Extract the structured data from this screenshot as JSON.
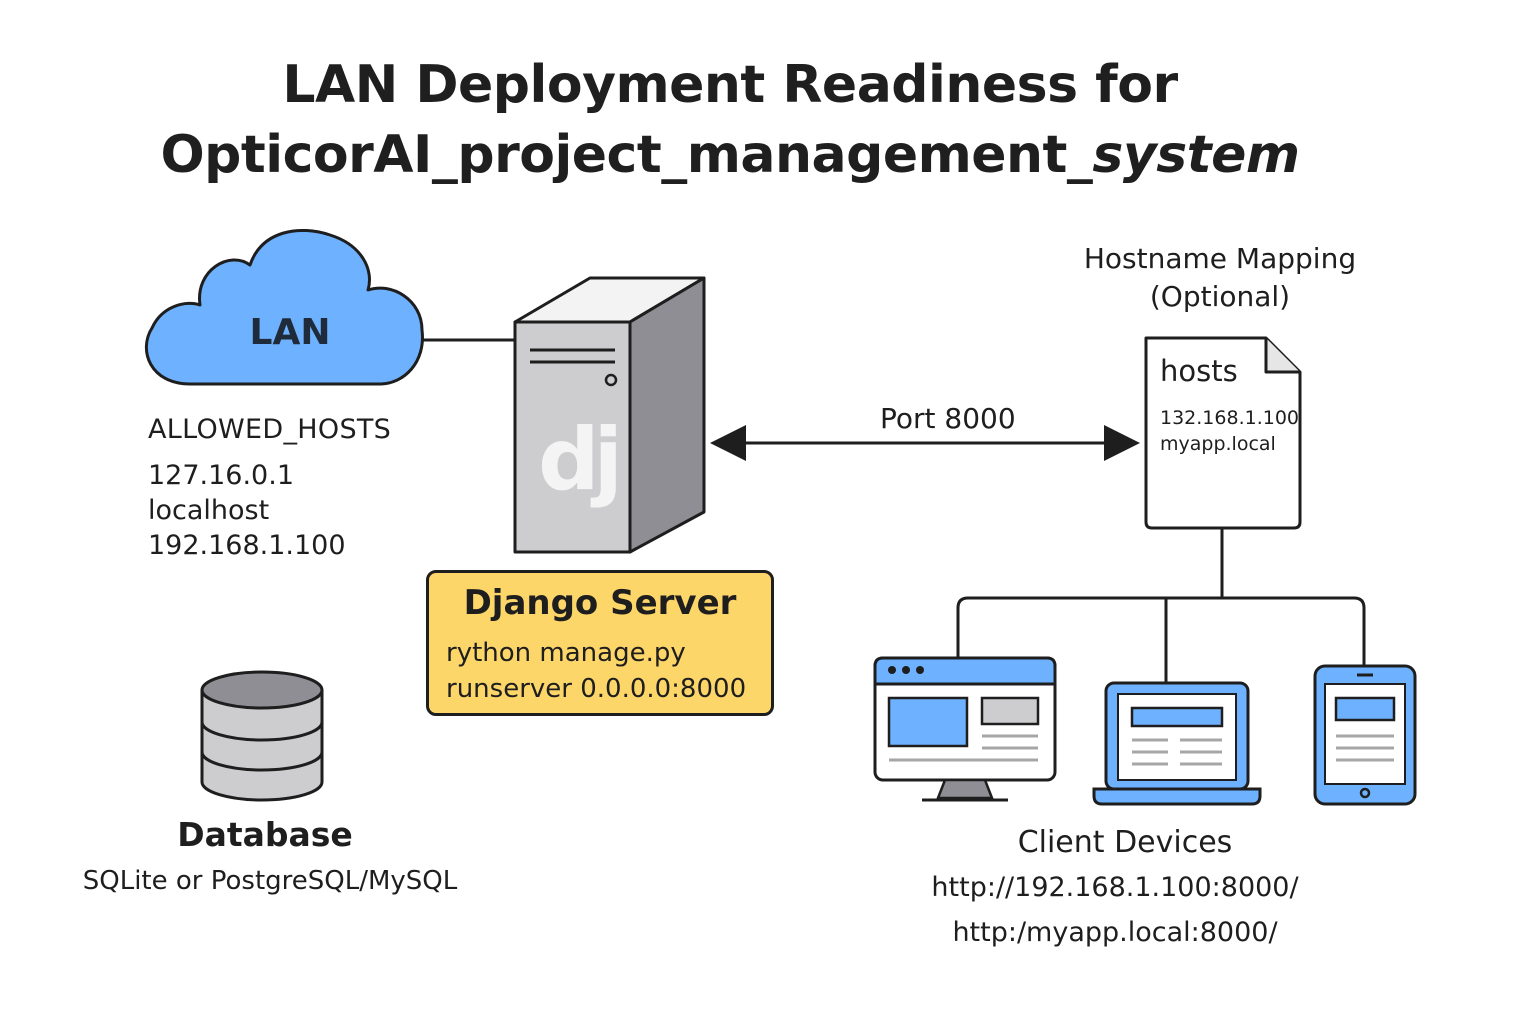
{
  "title": {
    "line1": "LAN Deployment Readiness for",
    "line2_main": "OpticorAI_project_management_",
    "line2_italic": "system"
  },
  "lan": {
    "label": "LAN",
    "allowed_hosts_title": "ALLOWED_HOSTS",
    "allowed_hosts": [
      "127.16.0.1",
      "localhost",
      "192.168.1.100"
    ]
  },
  "server": {
    "logo_text": "dj",
    "title": "Django Server",
    "command_line1": "rython manage.py",
    "command_line2": "runserver 0.0.0.0:8000"
  },
  "connection": {
    "port_label": "Port 8000"
  },
  "hostname_mapping": {
    "title_line1": "Hostname Mapping",
    "title_line2": "(Optional)",
    "file_title": "hosts",
    "file_line1": "132.168.1.100",
    "file_line2": "myapp.local"
  },
  "database": {
    "title": "Database",
    "subtitle": "SQLite or PostgreSQL/MySQL"
  },
  "clients": {
    "title": "Client Devices",
    "url1": "http://192.168.1.100:8000/",
    "url2": "http:/myapp.local:8000/"
  },
  "icons": {
    "cloud": "cloud-icon",
    "server": "server-tower-icon",
    "file": "document-icon",
    "database": "database-icon",
    "desktop": "desktop-monitor-icon",
    "laptop": "laptop-icon",
    "tablet": "tablet-icon"
  },
  "colors": {
    "accent_blue": "#6eb2ff",
    "server_box_yellow": "#fcd669",
    "server_gray": "#cdcdd0",
    "outline": "#1e1e1e"
  }
}
